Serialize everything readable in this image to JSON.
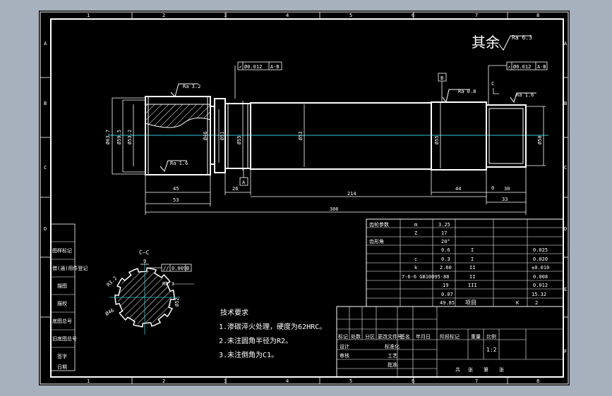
{
  "frame": {
    "col_marks": [
      "1",
      "2",
      "3",
      "4",
      "5",
      "6",
      "7",
      "8"
    ],
    "row_marks": [
      "A",
      "B",
      "C",
      "D",
      "E",
      "F"
    ]
  },
  "title_mark": {
    "text": "其余",
    "roughness": "Ra 6.3"
  },
  "roughness": {
    "ra32": "Ra 3.2",
    "ra16a": "Ra 1.6",
    "ra08": "Ra 0.8",
    "ra16b": "Ra 1.6"
  },
  "tolerance": {
    "left": {
      "symbol": "↗",
      "value": "Ø0.012",
      "datum": "A-B"
    },
    "right": {
      "symbol": "↗",
      "value": "Ø0.012",
      "datum": "A-B"
    },
    "section": {
      "symbol": "//",
      "value": "0.009",
      "datum": "B"
    }
  },
  "datums": {
    "a": "A",
    "b": "B"
  },
  "section_mark": {
    "arrow": "C",
    "title": "C—C",
    "width": "9",
    "r32": "R3.2",
    "r03": "R0.3",
    "d46": "Ø46",
    "d52": "Ø52"
  },
  "diameters": {
    "d637": "Ø63.7",
    "d595": "Ø59.5",
    "d532": "Ø53.2",
    "d46": "Ø46",
    "d51": "Ø51",
    "d55a": "Ø55",
    "d53": "Ø53",
    "d55b": "Ø55",
    "d50": "Ø50"
  },
  "lengths": {
    "l45": "45",
    "l53": "53",
    "l26": "26",
    "l214": "214",
    "l44": "44",
    "l0": "0",
    "l30": "30",
    "l33": "33",
    "l306": "306"
  },
  "gear_table": {
    "rows": [
      [
        "齿轮参数",
        "m",
        "3.25",
        ""
      ],
      [
        "",
        "Z",
        "17",
        ""
      ],
      [
        "齿形角",
        "",
        "20°",
        ""
      ],
      [
        "",
        "",
        "0.6",
        "I",
        "0.025"
      ],
      [
        "",
        "c",
        "0.3",
        "I",
        "0.020"
      ],
      [
        "",
        "k",
        "2.60",
        "II",
        "±0.010"
      ],
      [
        "",
        "7-6-6 GB10095-88",
        "",
        "II",
        "0.008"
      ],
      [
        "",
        "",
        "19",
        "III",
        "0.012"
      ],
      [
        "",
        "",
        "0.07",
        "",
        "15.32"
      ],
      [
        "",
        "",
        "49.85",
        "项目",
        "K",
        "2"
      ]
    ]
  },
  "notes": {
    "heading": "技术要求",
    "items": [
      "1.渗碳淬火处理，硬度为62HRC。",
      "2.未注圆角半径为R2。",
      "3.未注倒角为C1。"
    ]
  },
  "left_strip": [
    "图样标记",
    "借(通)用件登记",
    "描图",
    "描校",
    "底图总号",
    "旧底图总号",
    "签字",
    "日期"
  ],
  "title_block": {
    "labels": [
      "标记",
      "处数",
      "分区",
      "更改文件号",
      "签名",
      "年月日",
      "设计",
      "标准化",
      "审核",
      "工艺",
      "批准",
      "阶段标记",
      "重量",
      "比例"
    ],
    "scale": "1:2",
    "sheets": [
      "共",
      "张",
      "第",
      "张"
    ]
  }
}
